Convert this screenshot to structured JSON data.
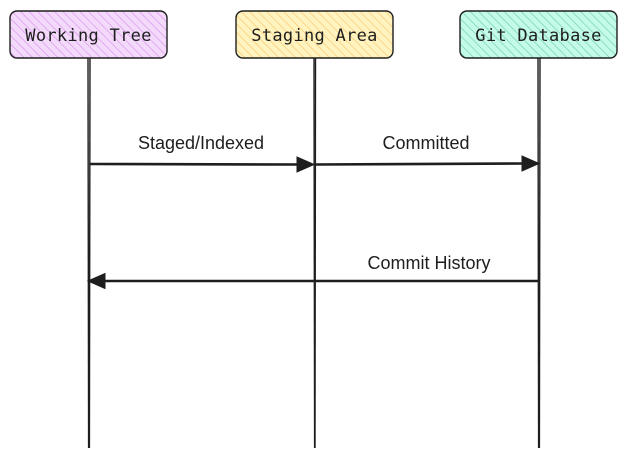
{
  "diagram": {
    "type": "sequence",
    "actors": [
      {
        "label": "Working Tree",
        "fill": "#f3d9fa",
        "hatch": "#be4bdb"
      },
      {
        "label": "Staging Area",
        "fill": "#fff3bf",
        "hatch": "#f08c00"
      },
      {
        "label": "Git Database",
        "fill": "#c3fae8",
        "hatch": "#099268"
      }
    ],
    "messages": [
      {
        "label": "Staged/Indexed",
        "from": "Working Tree",
        "to": "Staging Area"
      },
      {
        "label": "Committed",
        "from": "Staging Area",
        "to": "Git Database"
      },
      {
        "label": "Commit History",
        "from": "Git Database",
        "to": "Working Tree"
      }
    ]
  }
}
